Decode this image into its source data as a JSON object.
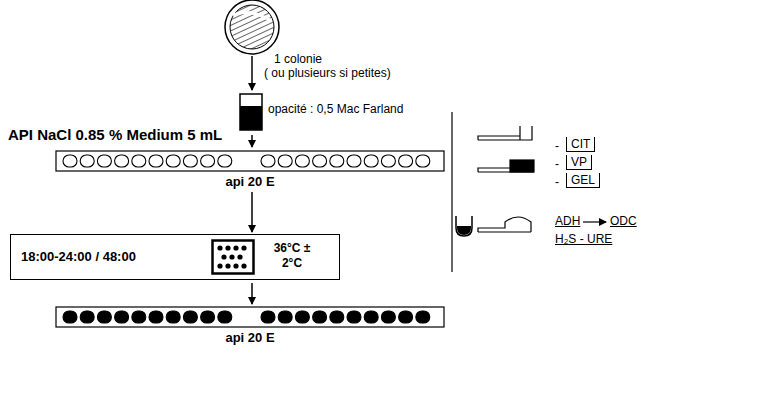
{
  "diagram": {
    "nodes": [
      {
        "text": [
          "api 20 E"
        ]
      },
      {
        "text": [
          "CIT"
        ]
      },
      {
        "text": [
          "VP"
        ]
      },
      {
        "text": [
          "GEL"
        ]
      },
      {
        "text": [
          "18:00-24:00 / 48:00",
          "36°C ± 2°C"
        ]
      },
      {
        "text": [
          "api 20 E"
        ]
      }
    ],
    "edges": [
      {
        "from": 0,
        "to": 4,
        "arrow": "to"
      },
      {
        "from": 4,
        "to": 5,
        "arrow": "to"
      }
    ],
    "labels": [
      "1 colonie",
      "( ou plusieurs si petites)",
      "opacité : 0,5 Mac Farland",
      "API NaCl 0.85 % Medium 5 mL",
      "-",
      "-",
      "-",
      "ADH",
      "ODC",
      "H₂S - URE"
    ]
  }
}
